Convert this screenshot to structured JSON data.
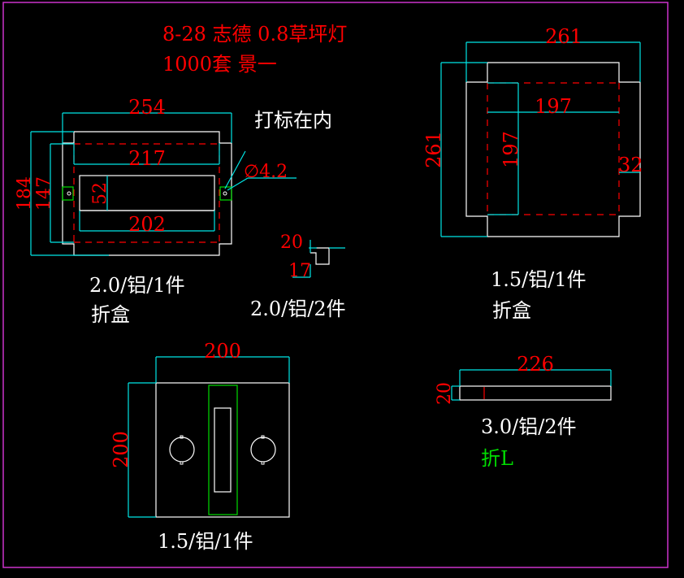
{
  "colors": {
    "background": "#000000",
    "border": "#cc33cc",
    "outline": "#ffffff",
    "dimension": "#00e5e5",
    "dimension_text": "#ff0000",
    "bend_line": "#ff0000",
    "label": "#ffffff",
    "accent_green": "#00dd00"
  },
  "header": {
    "line1": "8-28 志德 0.8草坪灯",
    "line2": "1000套 景一"
  },
  "part1": {
    "dims": {
      "overall_width": "254",
      "inner_width": "217",
      "window_width": "202",
      "window_height": "52",
      "overall_height": "184",
      "inner_height": "147"
    },
    "note": "打标在内",
    "hole": "∅4.2",
    "spec": "2.0/铝/1件",
    "process": "折盒"
  },
  "part2": {
    "dims": {
      "height": "20",
      "depth": "17"
    },
    "spec": "2.0/铝/2件"
  },
  "part3": {
    "dims": {
      "overall_width": "261",
      "inner_width": "197",
      "overall_height": "261",
      "inner_height": "197",
      "flange": "32"
    },
    "spec": "1.5/铝/1件",
    "process": "折盒"
  },
  "part4": {
    "dims": {
      "width": "200",
      "height": "200"
    },
    "spec": "1.5/铝/1件"
  },
  "part5": {
    "dims": {
      "length": "226",
      "height": "20"
    },
    "spec": "3.0/铝/2件",
    "process": "折L"
  }
}
